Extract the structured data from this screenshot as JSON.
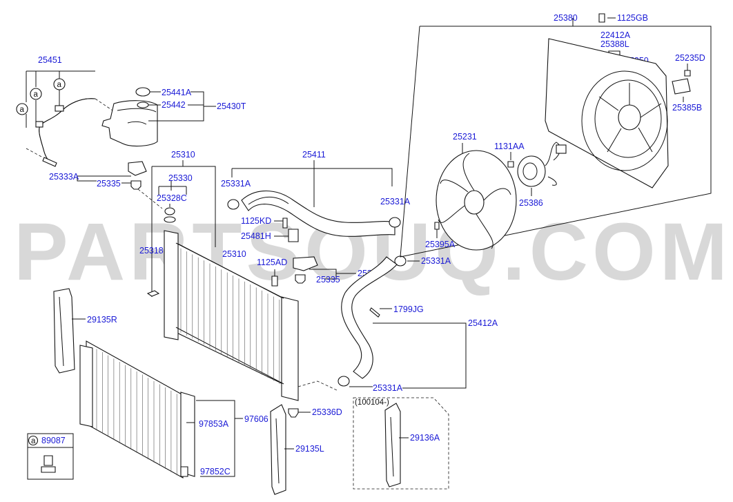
{
  "watermark": "PARTSOUQ.COM",
  "labels": {
    "p25451": "25451",
    "p25441A": "25441A",
    "p25442": "25442",
    "p25430T": "25430T",
    "p25310_top": "25310",
    "p25330": "25330",
    "p25328C": "25328C",
    "p25333A": "25333A",
    "p25335_l": "25335",
    "p25411": "25411",
    "p25331A_1": "25331A",
    "p25331A_2": "25331A",
    "p25331A_3": "25331A",
    "p25331A_4": "25331A",
    "p1125KD": "1125KD",
    "p25481H": "25481H",
    "p25318": "25318",
    "p25310_mid": "25310",
    "p1125AD": "1125AD",
    "p25335_r": "25335",
    "p25333": "25333",
    "p1799JG": "1799JG",
    "p25412A": "25412A",
    "p29135R": "29135R",
    "p97853A": "97853A",
    "p97606": "97606",
    "p97852C": "97852C",
    "p25336D": "25336D",
    "p29135L": "29135L",
    "p29136A": "29136A",
    "p100104": "(100104-)",
    "p89087": "89087",
    "p25380": "25380",
    "p1125GB": "1125GB",
    "p22412A": "22412A",
    "p25388L": "25388L",
    "p25350": "25350",
    "p25235D": "25235D",
    "p25385B": "25385B",
    "p25231": "25231",
    "p1131AA": "1131AA",
    "p25386": "25386",
    "p25395A": "25395A",
    "callout_a": "a"
  }
}
